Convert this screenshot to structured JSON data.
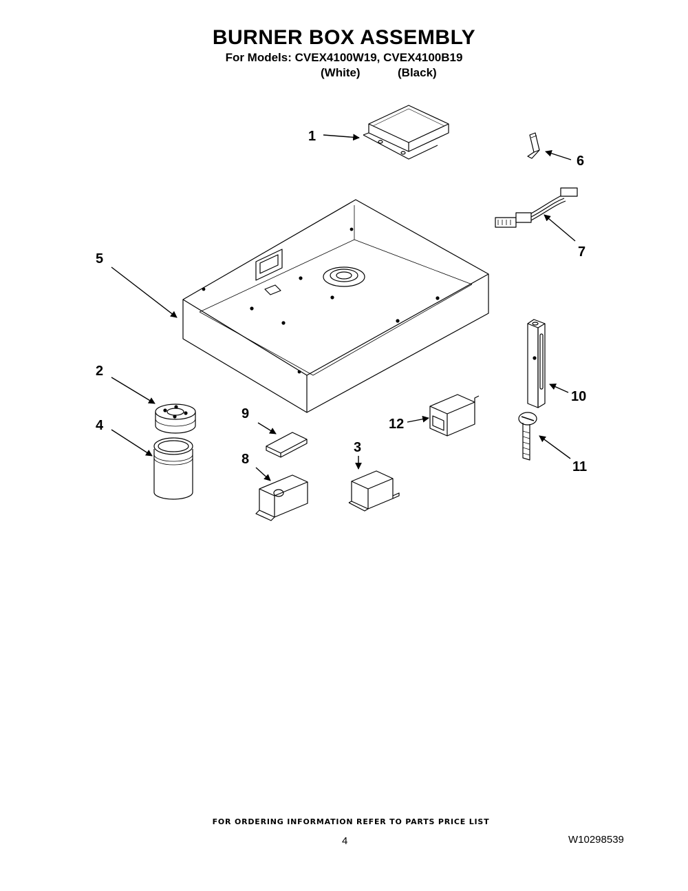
{
  "header": {
    "title": "BURNER BOX ASSEMBLY",
    "models_line": "For Models: CVEX4100W19, CVEX4100B19",
    "color_white": "(White)",
    "color_black": "(Black)"
  },
  "callouts": {
    "c1": "1",
    "c2": "2",
    "c3": "3",
    "c4": "4",
    "c5": "5",
    "c6": "6",
    "c7": "7",
    "c8": "8",
    "c9": "9",
    "c10": "10",
    "c11": "11",
    "c12": "12"
  },
  "footer": {
    "ordering_note": "FOR ORDERING INFORMATION REFER TO PARTS PRICE LIST",
    "page_number": "4",
    "document_number": "W10298539"
  }
}
